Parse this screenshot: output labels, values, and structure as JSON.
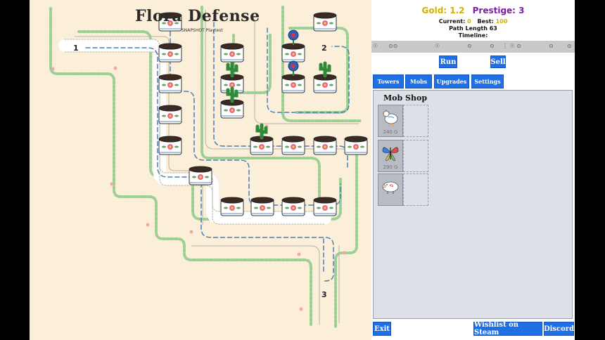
{
  "game": {
    "title": "Flora Defense",
    "subtitle": "SNAPSHOT Playtest",
    "path_labels": [
      "1",
      "2",
      "3"
    ]
  },
  "stats": {
    "gold_label": "Gold: 1.2",
    "prestige_label": "Prestige: 3",
    "current_label": "Current:",
    "current_value": "0",
    "best_label": "Best:",
    "best_value": "100",
    "path_length": "Path Length 63",
    "timeline": "Timeline:"
  },
  "buttons": {
    "run": "Run",
    "sell": "Sell",
    "exit": "Exit",
    "wishlist": "Wishlist on Steam",
    "discord": "Discord"
  },
  "tabs": [
    "Towers",
    "Mobs",
    "Upgrades",
    "Settings"
  ],
  "shop": {
    "title": "Mob Shop",
    "items": [
      {
        "name": "chicken",
        "price": "240 G"
      },
      {
        "name": "butterfly",
        "price": "290 G"
      },
      {
        "name": "pig",
        "price": ""
      }
    ]
  },
  "colors": {
    "accent": "#1f6fe5",
    "gold": "#d4b000",
    "prestige": "#7a1fa2",
    "background": "#fcefd9"
  }
}
